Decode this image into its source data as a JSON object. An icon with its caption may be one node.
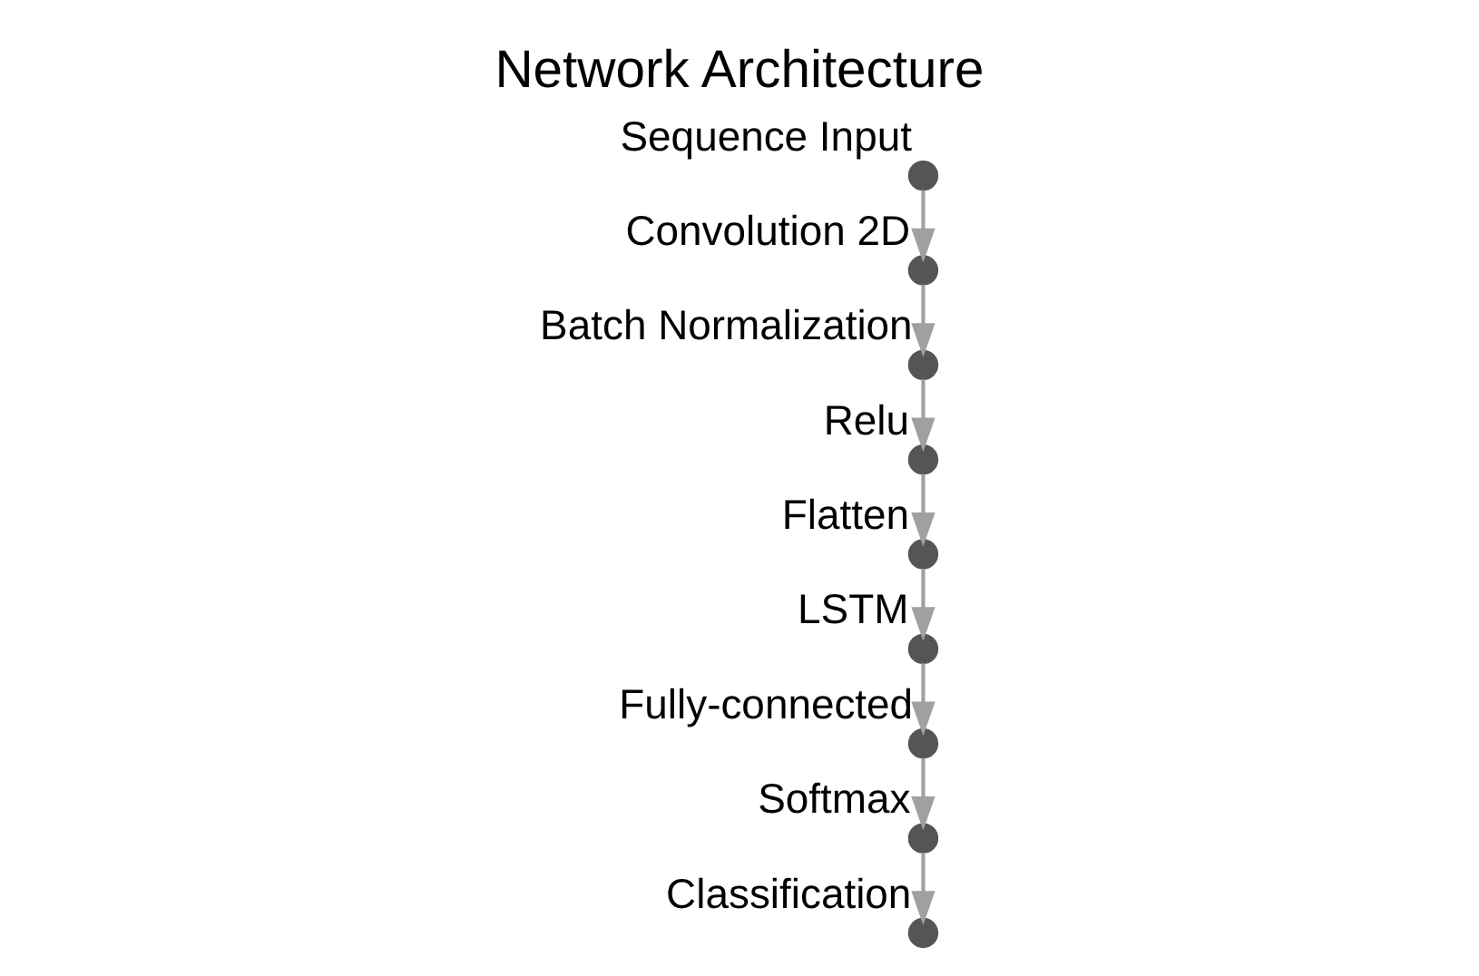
{
  "diagram": {
    "title": "Network Architecture",
    "nodes": [
      {
        "text": [],
        "shape": "circle",
        "beside": [
          "Sequence Input"
        ]
      },
      {
        "text": [],
        "shape": "circle",
        "beside": [
          "Convolution 2D"
        ]
      },
      {
        "text": [],
        "shape": "circle",
        "beside": [
          "Batch Normalization"
        ]
      },
      {
        "text": [],
        "shape": "circle",
        "beside": [
          "Relu"
        ]
      },
      {
        "text": [],
        "shape": "circle",
        "beside": [
          "Flatten"
        ]
      },
      {
        "text": [],
        "shape": "circle",
        "beside": [
          "LSTM"
        ]
      },
      {
        "text": [],
        "shape": "circle",
        "beside": [
          "Fully-connected"
        ]
      },
      {
        "text": [],
        "shape": "circle",
        "beside": [
          "Softmax"
        ]
      },
      {
        "text": [],
        "shape": "circle",
        "beside": [
          "Classification"
        ]
      }
    ],
    "edges": [
      {
        "from": 0,
        "to": 1,
        "arrow": "to"
      },
      {
        "from": 1,
        "to": 2,
        "arrow": "to"
      },
      {
        "from": 2,
        "to": 3,
        "arrow": "to"
      },
      {
        "from": 3,
        "to": 4,
        "arrow": "to"
      },
      {
        "from": 4,
        "to": 5,
        "arrow": "to"
      },
      {
        "from": 5,
        "to": 6,
        "arrow": "to"
      },
      {
        "from": 6,
        "to": 7,
        "arrow": "to"
      },
      {
        "from": 7,
        "to": 8,
        "arrow": "to"
      }
    ]
  }
}
